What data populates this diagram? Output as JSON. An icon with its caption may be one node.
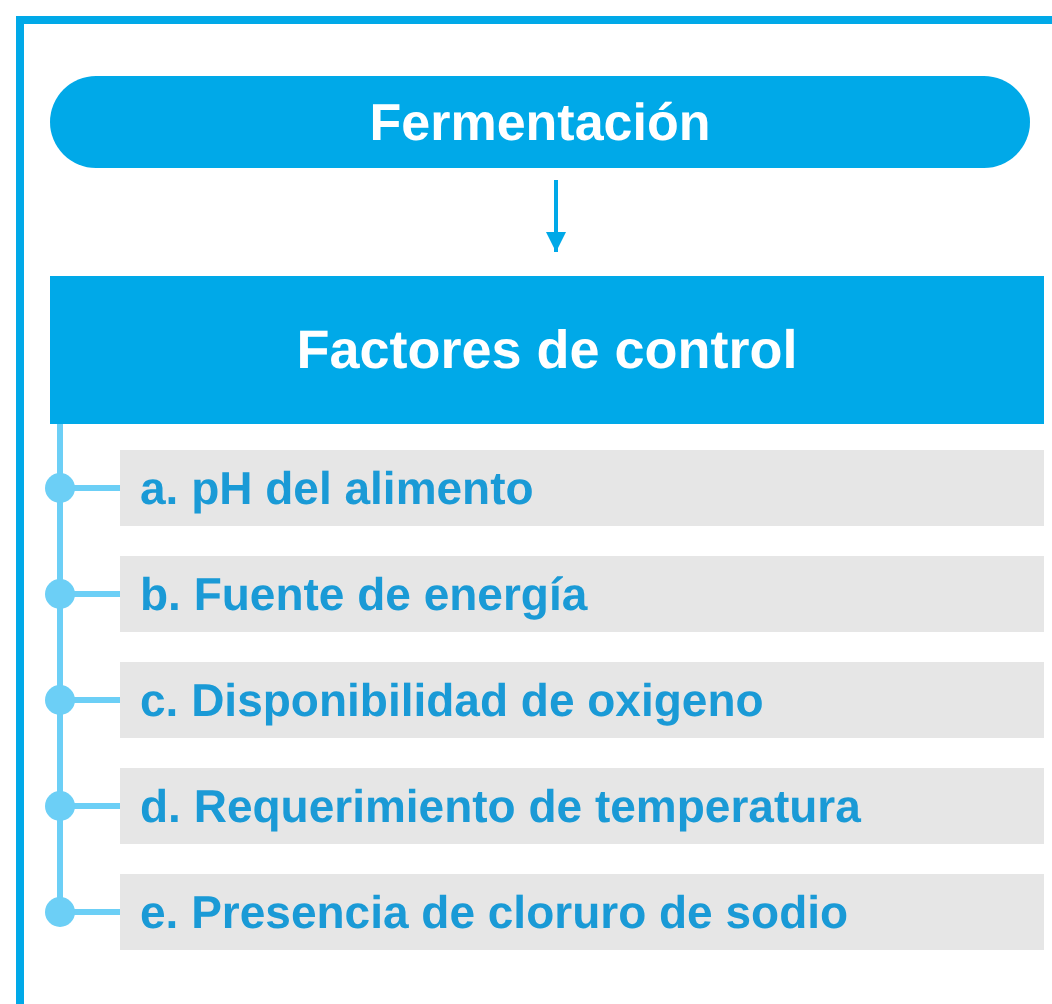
{
  "diagram": {
    "nodes": [
      {
        "text": [
          "Fermentación"
        ]
      },
      {
        "text": [
          "Factores de control"
        ]
      },
      {
        "text": [
          "a. pH del alimento"
        ]
      },
      {
        "text": [
          "b. Fuente de energía"
        ]
      },
      {
        "text": [
          "c. Disponibilidad de oxigeno"
        ]
      },
      {
        "text": [
          "d. Requerimiento de temperatura"
        ]
      },
      {
        "text": [
          "e. Presencia de cloruro de sodio"
        ]
      }
    ],
    "edges": [
      {
        "from": 0,
        "to": 1,
        "arrow": "to",
        "color": "#00a9e8"
      },
      {
        "from": 1,
        "to": 2,
        "arrow": "none"
      },
      {
        "from": 1,
        "to": 3,
        "arrow": "none"
      },
      {
        "from": 1,
        "to": 4,
        "arrow": "none"
      },
      {
        "from": 1,
        "to": 5,
        "arrow": "none"
      },
      {
        "from": 1,
        "to": 6,
        "arrow": "none"
      }
    ]
  }
}
